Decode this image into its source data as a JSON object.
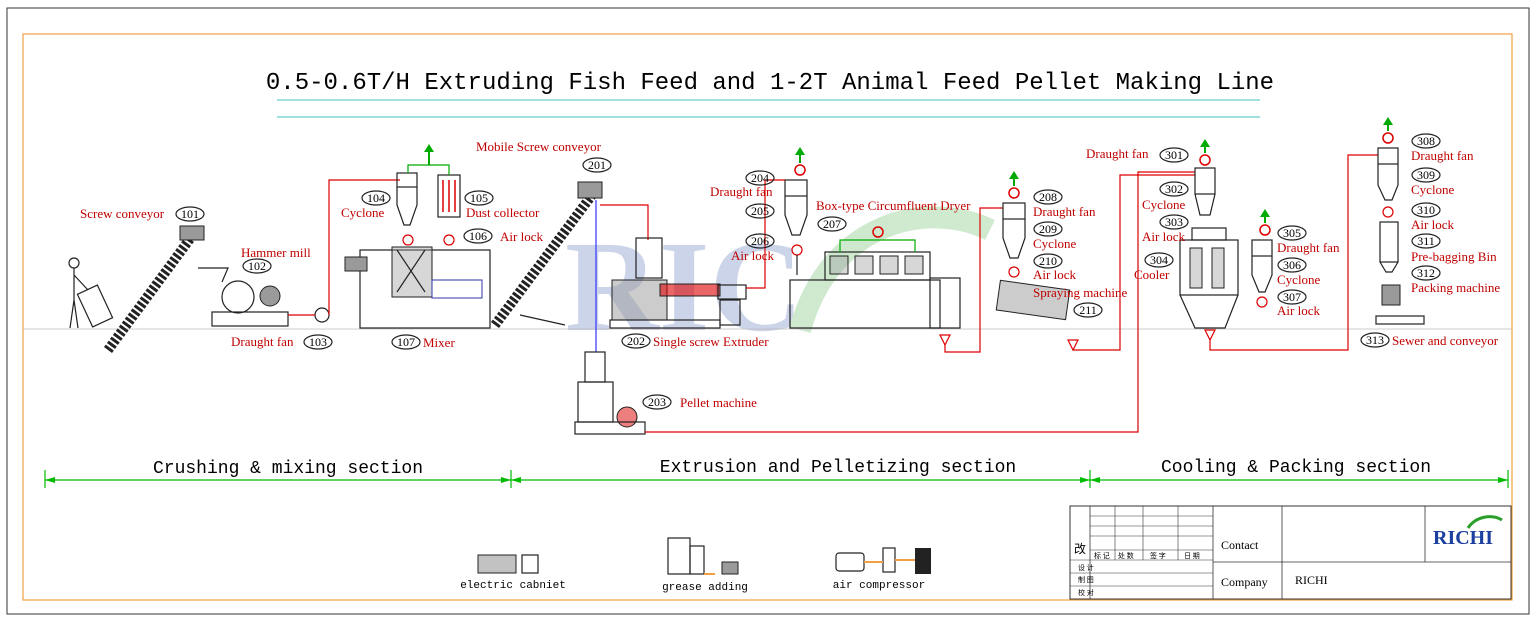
{
  "title": "0.5-0.6T/H Extruding Fish Feed and 1-2T Animal Feed Pellet Making Line",
  "watermark": "RICHI",
  "labels": {
    "l101": "Screw conveyor",
    "n101": "101",
    "l102": "Hammer mill",
    "n102": "102",
    "l103": "Draught fan",
    "n103": "103",
    "l104": "Cyclone",
    "n104": "104",
    "l105": "Dust collector",
    "n105": "105",
    "l106": "Air lock",
    "n106": "106",
    "l107": "Mixer",
    "n107": "107",
    "l201": "Mobile Screw conveyor",
    "n201": "201",
    "l202": "Single screw Extruder",
    "n202": "202",
    "l203": "Pellet machine",
    "n203": "203",
    "l204": "Draught fan",
    "n204": "204",
    "n205": "205",
    "l206": "Air lock",
    "n206": "206",
    "l207": "Box-type Circumfluent Dryer",
    "n207": "207",
    "l208": "Draught fan",
    "n208": "208",
    "l209": "Cyclone",
    "n209": "209",
    "l210": "Air lock",
    "n210": "210",
    "l211": "Spraying machine",
    "n211": "211",
    "l301": "Draught fan",
    "n301": "301",
    "l302": "Cyclone",
    "n302": "302",
    "l303": "Air lock",
    "n303": "303",
    "l304": "Cooler",
    "n304": "304",
    "l305": "Draught fan",
    "n305": "305",
    "l306": "Cyclone",
    "n306": "306",
    "l307": "Air lock",
    "n307": "307",
    "l308": "Draught fan",
    "n308": "308",
    "l309": "Cyclone",
    "n309": "309",
    "l310": "Air lock",
    "n310": "310",
    "l311": "Pre-bagging Bin",
    "n311": "311",
    "l312": "Packing machine",
    "n312": "312",
    "l313": "Sewer and conveyor",
    "n313": "313"
  },
  "sections": [
    "Crushing & mixing section",
    "Extrusion and Pelletizing section",
    "Cooling & Packing section"
  ],
  "legend": {
    "electric": "electric cabniet",
    "grease": "grease adding",
    "air": "air compressor"
  },
  "title_block": {
    "contact_label": "Contact",
    "company_label": "Company",
    "company_value": "RICHI",
    "logo": "RICHI",
    "revision_char": "改",
    "header_cells": [
      "标 记",
      "处 数",
      "签 字",
      "日 期"
    ],
    "row_design": "设 计",
    "row_draw": "制 图",
    "row_check": "校 对"
  },
  "colors": {
    "frame": "#f0a040",
    "title_rule": "#40c0c0",
    "label": "#c00000",
    "pipe": "#dd0000",
    "section_line": "#00bb00",
    "logo_blue": "#1a3fa0",
    "logo_green": "#2aa02a"
  }
}
